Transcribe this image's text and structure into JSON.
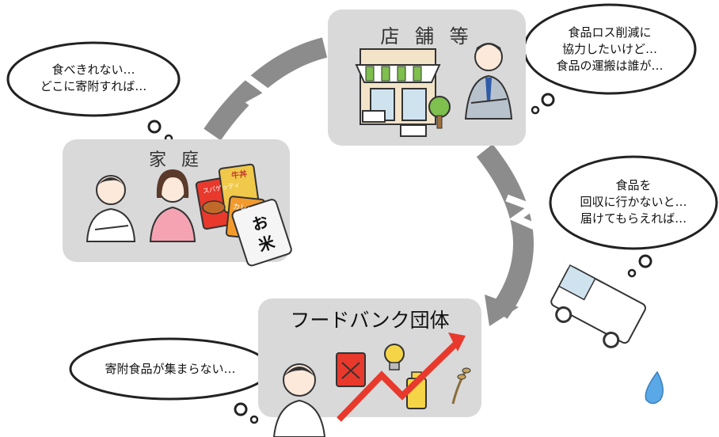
{
  "panels": {
    "shop": {
      "title": "店 舗 等"
    },
    "home": {
      "title": "家 庭"
    },
    "foodbank": {
      "title": "フードバンク団体"
    }
  },
  "bubbles": {
    "home": {
      "lines": [
        "食べきれない…",
        "どこに寄附すれば…"
      ]
    },
    "shop": {
      "lines": [
        "食品ロス削減に",
        "協力したいけど…",
        "食品の運搬は誰が…"
      ]
    },
    "transport": {
      "lines": [
        "食品を",
        "回収に行かないと…",
        "届けてもらえれば…"
      ]
    },
    "foodbank": {
      "lines": [
        "寄附食品が集まらない…"
      ]
    }
  },
  "items": {
    "rice_bag": {
      "label_line1": "お",
      "label_line2": "米"
    },
    "pasta": {
      "label": "スパゲッティ"
    },
    "beef_bowl": {
      "label": "牛丼"
    },
    "curry": {
      "label": "カレー"
    }
  }
}
